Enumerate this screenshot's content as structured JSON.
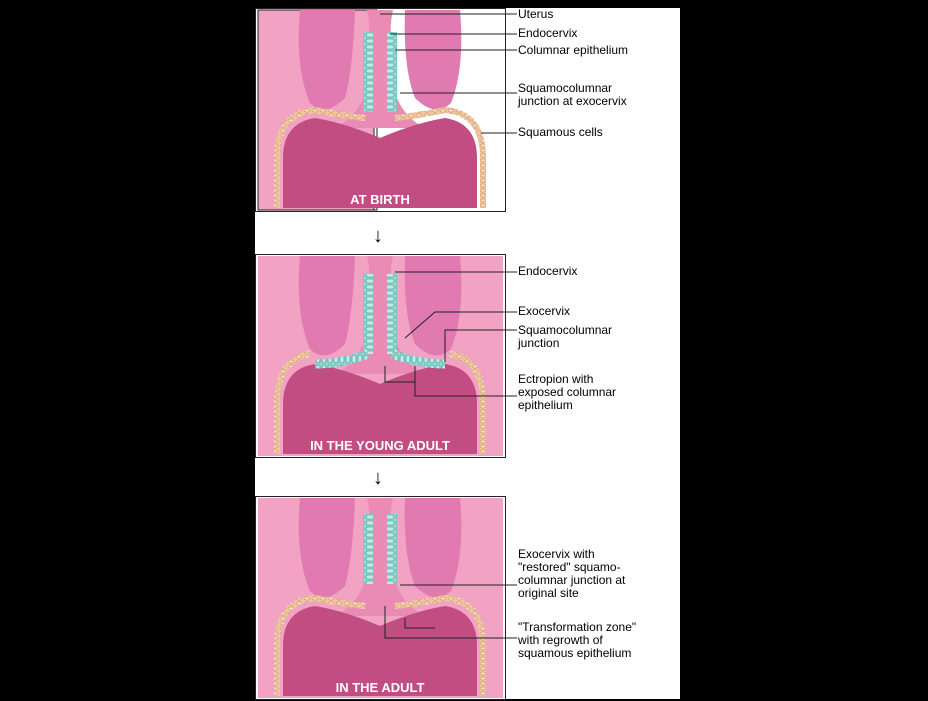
{
  "colors": {
    "background": "#000000",
    "uterus_bg": "#f2a2c2",
    "uterine_wall": "#e57fb0",
    "cervix_tissue": "#ea8bb6",
    "vagina": "#c14d83",
    "columnar_cells": "#8fd6d0",
    "squamous_cells": "#f2c59a"
  },
  "panels": [
    {
      "stage": "AT BIRTH",
      "labels": [
        "Uterus",
        "Endocervix",
        "Columnar epithelium",
        "Squamocolumnar\njunction at exocervix",
        "Squamous cells"
      ]
    },
    {
      "stage": "IN THE YOUNG ADULT",
      "labels": [
        "Endocervix",
        "Exocervix",
        "Squamocolumnar\njunction",
        "Ectropion with\nexposed columnar\nepithelium"
      ]
    },
    {
      "stage": "IN THE ADULT",
      "labels": [
        "Exocervix with\n\"restored\" squamo-\ncolumnar junction at\noriginal site",
        "\"Transformation zone\"\nwith regrowth of\nsquamous epithelium"
      ]
    }
  ],
  "arrows": [
    "↓",
    "↓"
  ]
}
